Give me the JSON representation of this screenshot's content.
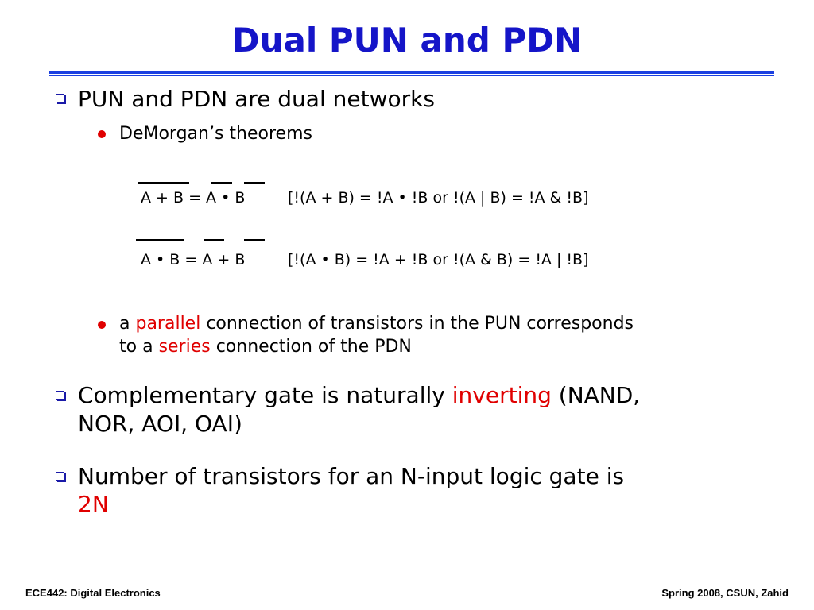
{
  "title": "Dual PUN and PDN",
  "bullets": {
    "b1": "PUN and PDN are dual networks",
    "b1_sub1": "DeMorgan’s theorems",
    "eq1_left": "A + B = A • B",
    "eq1_right": "[!(A + B) = !A • !B  or  !(A | B) = !A & !B]",
    "eq2_left": "A • B = A + B",
    "eq2_right": "[!(A • B) = !A + !B  or  !(A & B) = !A | !B]",
    "b1_sub2": {
      "line1_pre": "a ",
      "line1_em": "parallel",
      "line1_post": " connection of transistors in the PUN corresponds",
      "line2_pre": "to a ",
      "line2_em": "series",
      "line2_post": " connection of the PDN"
    },
    "b2": {
      "line1_pre": "Complementary gate is naturally ",
      "line1_em": "inverting",
      "line1_post": " (NAND,",
      "line2": "NOR, AOI, OAI)"
    },
    "b3": {
      "line1": "Number of transistors for an N-input logic gate is",
      "line2_em": "2N"
    }
  },
  "footer": {
    "left": "ECE442: Digital Electronics",
    "right": "Spring 2008, CSUN, Zahid"
  },
  "colors": {
    "title": "#1515c8",
    "rule": "#1a3fe0",
    "emphasis": "#e00000",
    "bullet_box": "#1a1aa8"
  },
  "icons": {
    "level1_bullet": "hollow-square-bullet-icon",
    "level2_bullet": "red-dot-bullet-icon"
  }
}
